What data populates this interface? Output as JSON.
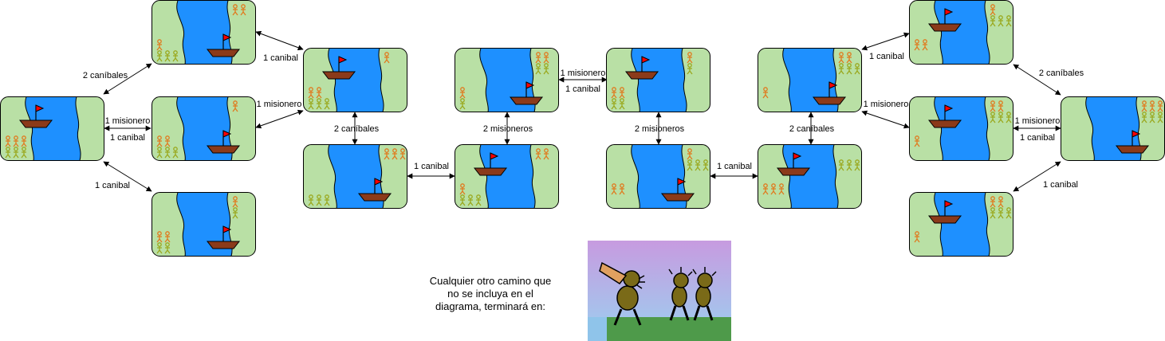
{
  "edges": [
    {
      "label": "2 caníbales"
    },
    {
      "label": "1 misionero"
    },
    {
      "label": "1 canibal"
    },
    {
      "label": "1 canibal"
    },
    {
      "label": "1 misionero"
    },
    {
      "label": "1 canibal"
    },
    {
      "label": "2 caníbales"
    },
    {
      "label": "1 canibal"
    },
    {
      "label": "2 misioneros"
    },
    {
      "label": "1 misionero"
    },
    {
      "label": "1 canibal"
    },
    {
      "label": "2 misioneros"
    },
    {
      "label": "1 canibal"
    },
    {
      "label": "2 caníbales"
    },
    {
      "label": "1 canibal"
    },
    {
      "label": "1 misionero"
    },
    {
      "label": "2 caníbales"
    },
    {
      "label": "1 misionero"
    },
    {
      "label": "1 canibal"
    },
    {
      "label": "1 canibal"
    }
  ],
  "caption": {
    "lines": [
      "Cualquier otro camino que",
      "no se incluya en el",
      "diagrama, terminará en:"
    ]
  },
  "colors": {
    "grass": "#B9E0A5",
    "river": "#1E90FF",
    "boat": "#8B3A1A",
    "flag": "#FF0000",
    "cannibal": "#E07A1F",
    "missionary": "#9AA81E"
  }
}
